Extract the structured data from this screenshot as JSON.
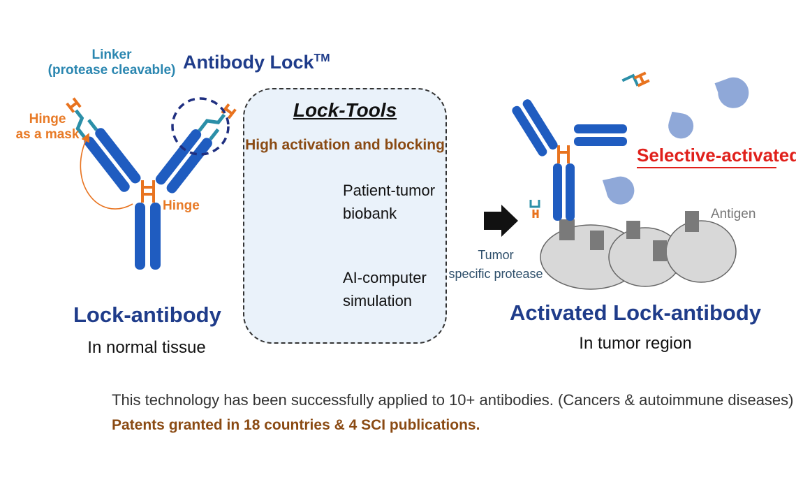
{
  "left_panel": {
    "linker_label": "Linker\n(protease cleavable)",
    "lock_title": "Antibody Lock",
    "lock_tm": "TM",
    "hinge_mask_label": "Hinge\nas a mask",
    "hinge_label": "Hinge",
    "antibody_title": "Lock-antibody",
    "antibody_subtitle": "In normal tissue"
  },
  "lock_tools": {
    "title": "Lock-Tools",
    "subtitle": "High activation and blocking",
    "items": [
      {
        "label": "Patient-tumor\nbiobank",
        "icon": "hospital-icon"
      },
      {
        "label": "AI-computer\nsimulation",
        "icon": "computer-icon"
      }
    ]
  },
  "middle": {
    "protease_label": "Tumor\nspecific protease"
  },
  "right_panel": {
    "selective_label": "Selective-activated!",
    "antigen_label": "Antigen",
    "activated_title": "Activated Lock-antibody",
    "activated_subtitle": "In tumor region"
  },
  "footer": {
    "line1": "This technology has been successfully applied to 10+ antibodies. (Cancers & autoimmune diseases)",
    "line2": "Patents granted in 18 countries & 4 SCI publications."
  },
  "colors": {
    "antibody_blue": "#1f5cc0",
    "hinge_orange": "#e8731f",
    "linker_teal": "#2b8fa8",
    "title_navy": "#1f3c8a",
    "highlight_red": "#e0201b",
    "brown": "#8a4a13"
  }
}
